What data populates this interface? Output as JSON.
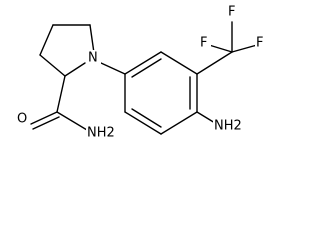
{
  "molecule": {
    "atoms": {
      "n_ring": "N",
      "carbonyl_o": "O",
      "amide_n": "NH2",
      "aryl_amine": "NH2",
      "f_top": "F",
      "f_right": "F",
      "f_left": "F"
    }
  }
}
